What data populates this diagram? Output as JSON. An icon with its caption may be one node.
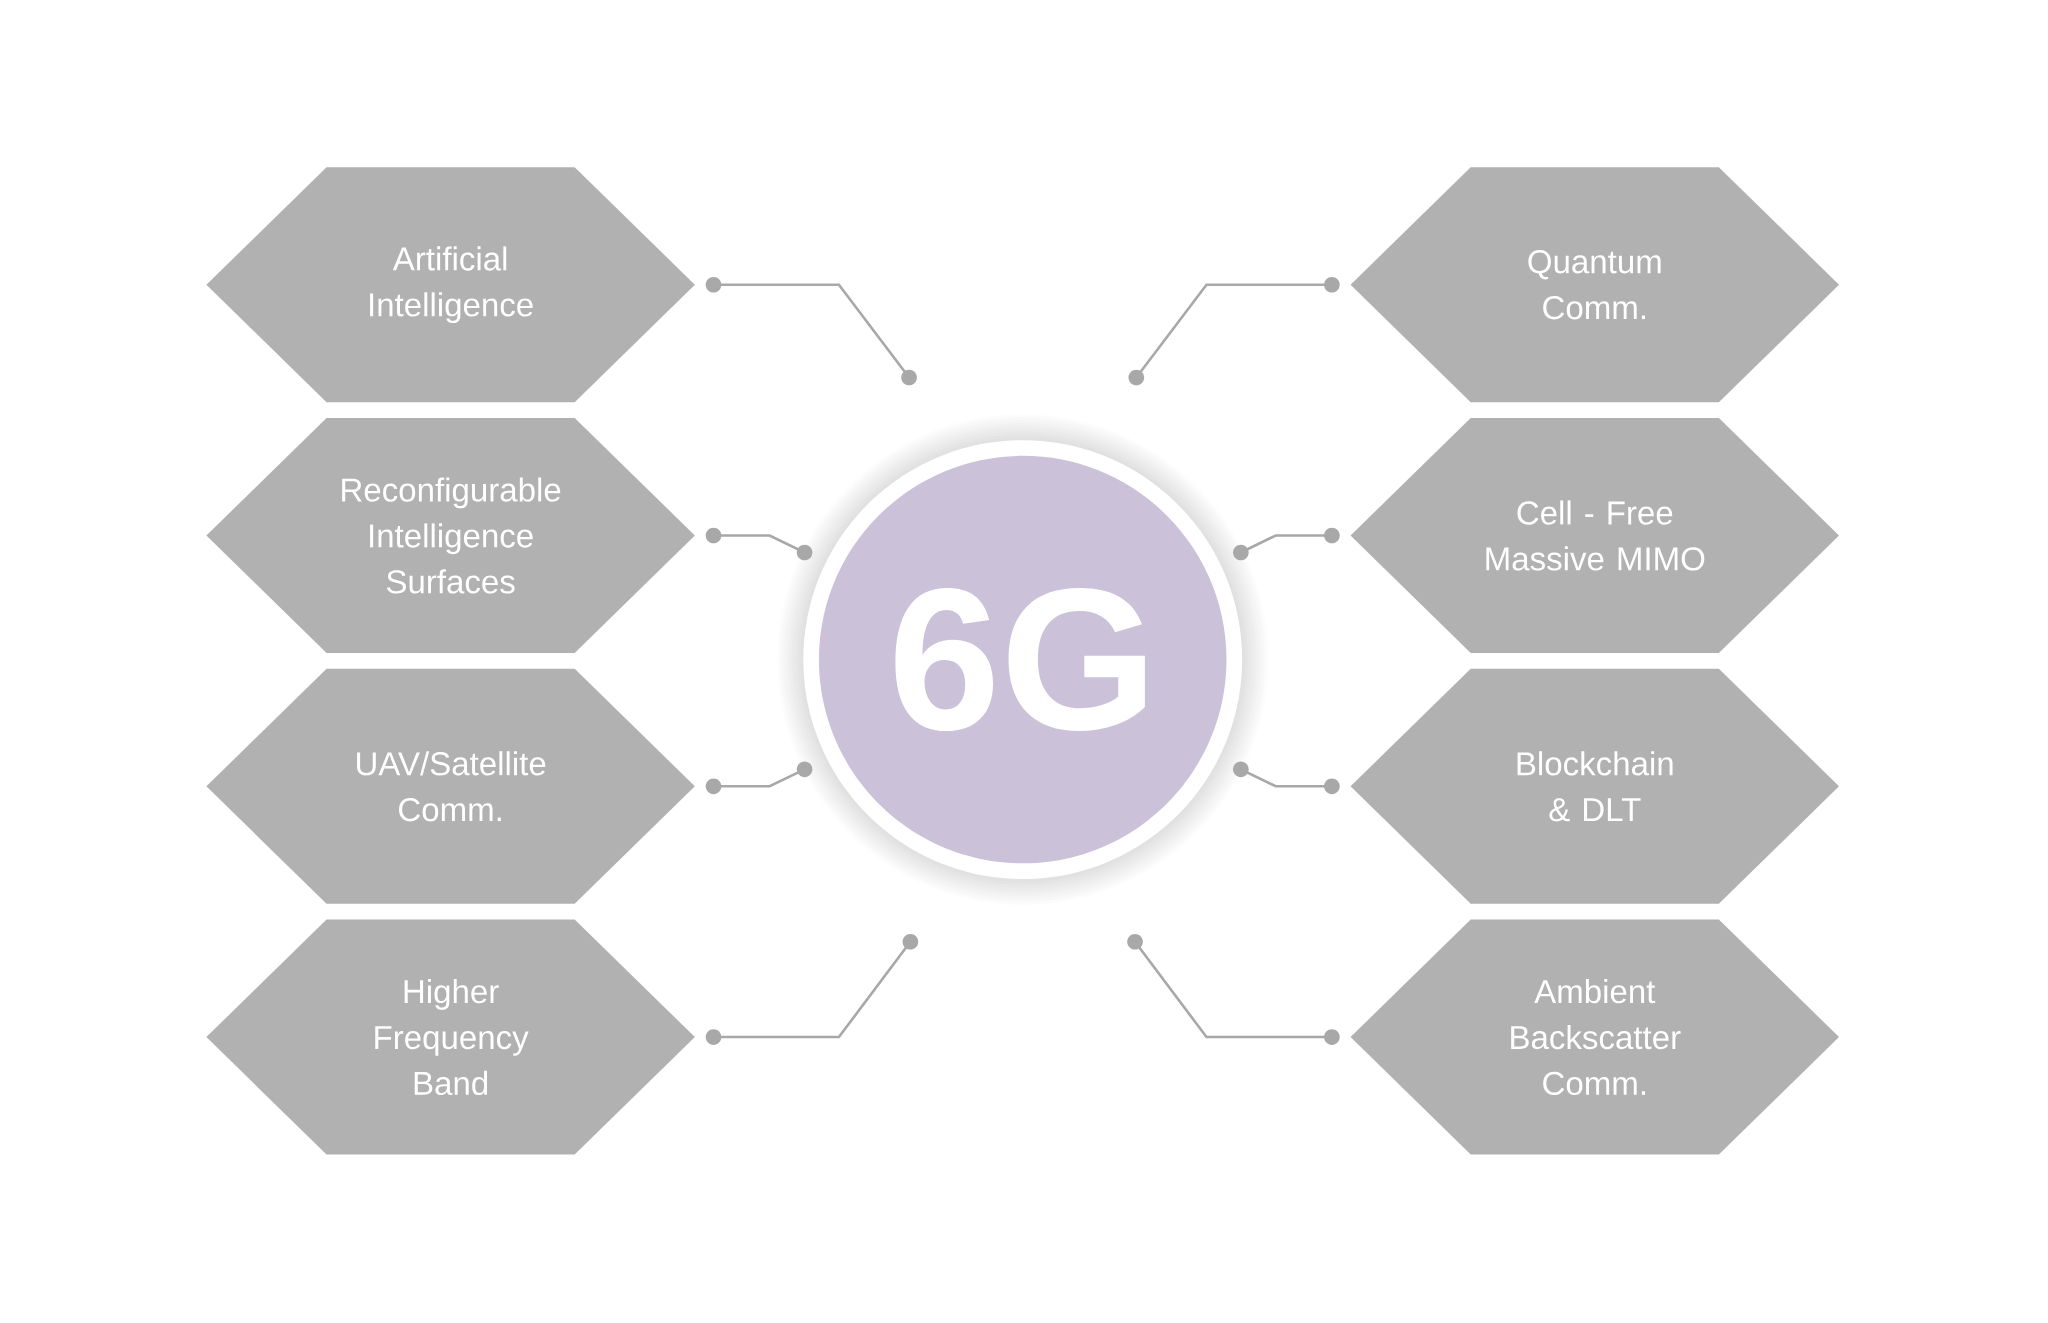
{
  "diagram": {
    "nodes": [
      {
        "text": [
          "Artificial Intelligence"
        ]
      },
      {
        "text": [
          "Reconfigurable Intelligence Surfaces"
        ]
      },
      {
        "text": [
          "UAV/Satellite Comm."
        ]
      },
      {
        "text": [
          "Higher Frequency Band"
        ]
      },
      {
        "text": [
          "Quantum Comm."
        ]
      },
      {
        "text": [
          "Cell - Free Massive MIMO"
        ]
      },
      {
        "text": [
          "Blockchain & DLT"
        ]
      },
      {
        "text": [
          "Ambient Backscatter Comm."
        ]
      },
      {
        "text": [
          "6G"
        ]
      }
    ],
    "edges": [
      {
        "from": 0,
        "to": 8,
        "arrow": "other"
      },
      {
        "from": 1,
        "to": 8,
        "arrow": "other"
      },
      {
        "from": 2,
        "to": 8,
        "arrow": "other"
      },
      {
        "from": 3,
        "to": 8,
        "arrow": "other"
      },
      {
        "from": 4,
        "to": 8,
        "arrow": "other"
      },
      {
        "from": 5,
        "to": 8,
        "arrow": "other"
      },
      {
        "from": 6,
        "to": 8,
        "arrow": "other"
      },
      {
        "from": 7,
        "to": 8,
        "arrow": "other"
      }
    ]
  }
}
